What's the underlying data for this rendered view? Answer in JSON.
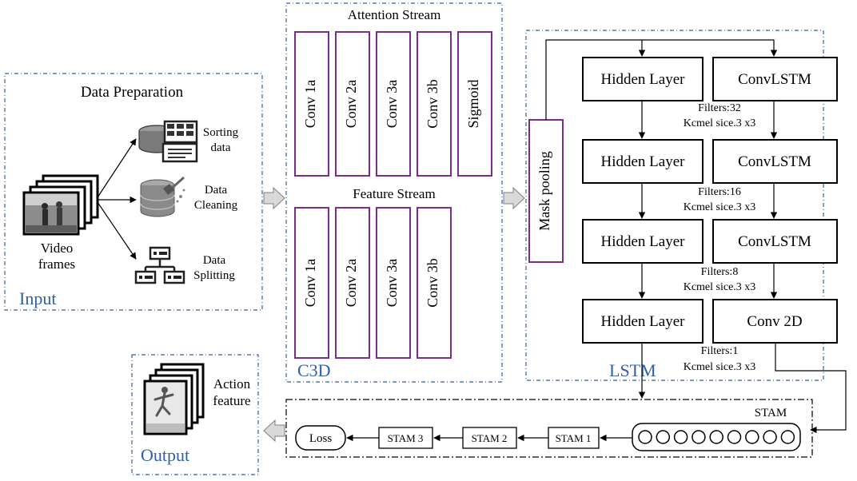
{
  "colors": {
    "panel_border": "#2f5fa7",
    "panel_label": "#2f5fa7",
    "conv_border": "#7b2c90",
    "box_border": "#000000",
    "arrow_fill": "#d9d9d9",
    "arrow_stroke": "#7f7f7f"
  },
  "input": {
    "label": "Input",
    "title": "Data Preparation",
    "frames_label_1": "Video",
    "frames_label_2": "frames",
    "items": [
      {
        "line1": "Sorting",
        "line2": "data",
        "icon": "database-table-icon"
      },
      {
        "line1": "Data",
        "line2": "Cleaning",
        "icon": "database-brush-icon"
      },
      {
        "line1": "Data",
        "line2": "Splitting",
        "icon": "flowchart-split-icon"
      }
    ]
  },
  "c3d": {
    "label": "C3D",
    "attention_title": "Attention Stream",
    "attention_blocks": [
      "Conv 1a",
      "Conv 2a",
      "Conv 3a",
      "Conv 3b",
      "Sigmoid"
    ],
    "feature_title": "Feature Stream",
    "feature_blocks": [
      "Conv 1a",
      "Conv 2a",
      "Conv 3a",
      "Conv 3b"
    ]
  },
  "mask_pooling": "Mask pooling",
  "lstm": {
    "label": "LSTM",
    "rows": [
      {
        "left": "Hidden Layer",
        "right": "ConvLSTM",
        "filters": "Filters:32",
        "kernel": "Kcmel sice.3 x3"
      },
      {
        "left": "Hidden Layer",
        "right": "ConvLSTM",
        "filters": "Filters:16",
        "kernel": "Kcmel sice.3 x3"
      },
      {
        "left": "Hidden Layer",
        "right": "ConvLSTM",
        "filters": "Filters:8",
        "kernel": "Kcmel sice.3 x3"
      },
      {
        "left": "Hidden Layer",
        "right": "Conv 2D",
        "filters": "Filters:1",
        "kernel": "Kcmel sice.3 x3"
      }
    ]
  },
  "stam": {
    "label": "STAM",
    "blocks": [
      "STAM 1",
      "STAM 2",
      "STAM 3"
    ],
    "loss": "Loss",
    "circle_count": 9
  },
  "output": {
    "label": "Output",
    "line1": "Action",
    "line2": "feature"
  }
}
